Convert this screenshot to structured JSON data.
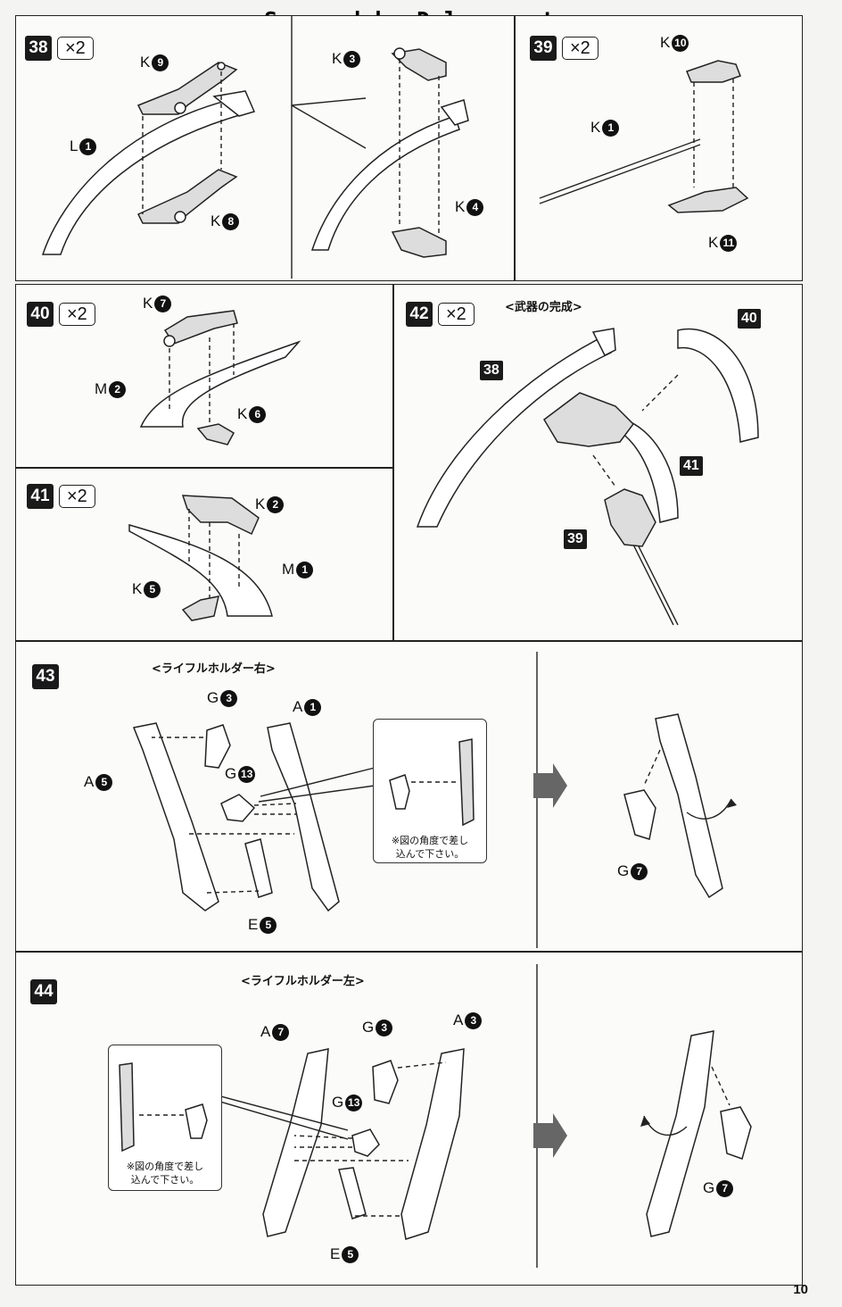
{
  "header": {
    "scanner": "Scanned by Dalong.net"
  },
  "page_number": "10",
  "steps": {
    "s38": {
      "num": "38",
      "mult": "×2",
      "parts": {
        "k9": {
          "l": "K",
          "n": "9"
        },
        "l1": {
          "l": "L",
          "n": "1"
        },
        "k8": {
          "l": "K",
          "n": "8"
        },
        "k3": {
          "l": "K",
          "n": "3"
        },
        "k4": {
          "l": "K",
          "n": "4"
        }
      }
    },
    "s39": {
      "num": "39",
      "mult": "×2",
      "parts": {
        "k10": {
          "l": "K",
          "n": "10"
        },
        "k1": {
          "l": "K",
          "n": "1"
        },
        "k11": {
          "l": "K",
          "n": "11"
        }
      }
    },
    "s40": {
      "num": "40",
      "mult": "×2",
      "parts": {
        "k7": {
          "l": "K",
          "n": "7"
        },
        "m2": {
          "l": "M",
          "n": "2"
        },
        "k6": {
          "l": "K",
          "n": "6"
        }
      }
    },
    "s41": {
      "num": "41",
      "mult": "×2",
      "parts": {
        "k2": {
          "l": "K",
          "n": "2"
        },
        "k5": {
          "l": "K",
          "n": "5"
        },
        "m1": {
          "l": "M",
          "n": "1"
        }
      }
    },
    "s42": {
      "num": "42",
      "mult": "×2",
      "title": "<武器の完成>",
      "refs": {
        "r38": "38",
        "r39": "39",
        "r40": "40",
        "r41": "41"
      }
    },
    "s43": {
      "num": "43",
      "title": "<ライフルホルダー右>",
      "parts": {
        "g3": {
          "l": "G",
          "n": "3"
        },
        "a1": {
          "l": "A",
          "n": "1"
        },
        "a5": {
          "l": "A",
          "n": "5"
        },
        "g13": {
          "l": "G",
          "n": "13"
        },
        "e5": {
          "l": "E",
          "n": "5"
        },
        "g7": {
          "l": "G",
          "n": "7"
        }
      },
      "note": {
        "line1": "※図の角度で差し",
        "line2": "込んで下さい。"
      }
    },
    "s44": {
      "num": "44",
      "title": "<ライフルホルダー左>",
      "parts": {
        "a7": {
          "l": "A",
          "n": "7"
        },
        "g3": {
          "l": "G",
          "n": "3"
        },
        "a3": {
          "l": "A",
          "n": "3"
        },
        "g13": {
          "l": "G",
          "n": "13"
        },
        "e5": {
          "l": "E",
          "n": "5"
        },
        "g7": {
          "l": "G",
          "n": "7"
        }
      },
      "note": {
        "line1": "※図の角度で差し",
        "line2": "込んで下さい。"
      }
    }
  }
}
